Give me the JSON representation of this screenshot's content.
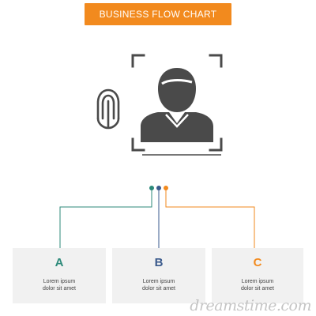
{
  "header": {
    "title": "BUSINESS FLOW CHART",
    "color": "#f28a1e"
  },
  "icon": {
    "name": "user-fingerprint-scan-icon",
    "color": "#4a4a4a"
  },
  "connectors": {
    "colors": [
      "#2d8a7a",
      "#3a5a8c",
      "#f28a1e"
    ]
  },
  "steps": [
    {
      "letter": "A",
      "color": "#2d8a7a",
      "line1": "Lorem ipsum",
      "line2": "dolor sit amet"
    },
    {
      "letter": "B",
      "color": "#3a5a8c",
      "line1": "Lorem ipsum",
      "line2": "dolor sit amet"
    },
    {
      "letter": "C",
      "color": "#f28a1e",
      "line1": "Lorem ipsum",
      "line2": "dolor sit amet"
    }
  ],
  "watermark": {
    "text": "dreamstime.com"
  }
}
